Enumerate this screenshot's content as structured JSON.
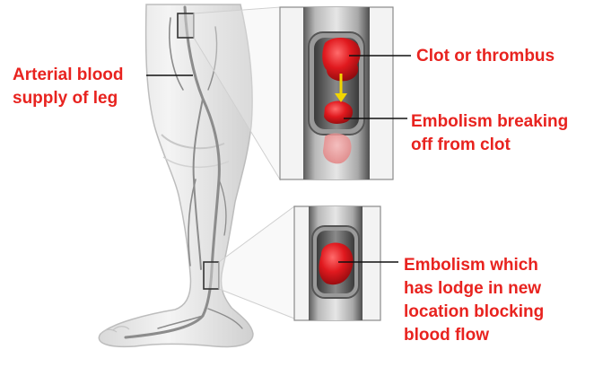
{
  "colors": {
    "label": "#e8231f",
    "clot": "#e0191e",
    "arrow": "#f2d600",
    "vessel_wall": "#6e6e6e"
  },
  "labels": {
    "arterial": [
      "Arterial blood",
      "supply of leg"
    ],
    "clot": [
      "Clot or thrombus"
    ],
    "embolism_breaking": [
      "Embolism breaking",
      "off from clot"
    ],
    "embolism_lodged": [
      "Embolism which",
      "has lodge in new",
      "location blocking",
      "blood flow"
    ]
  }
}
